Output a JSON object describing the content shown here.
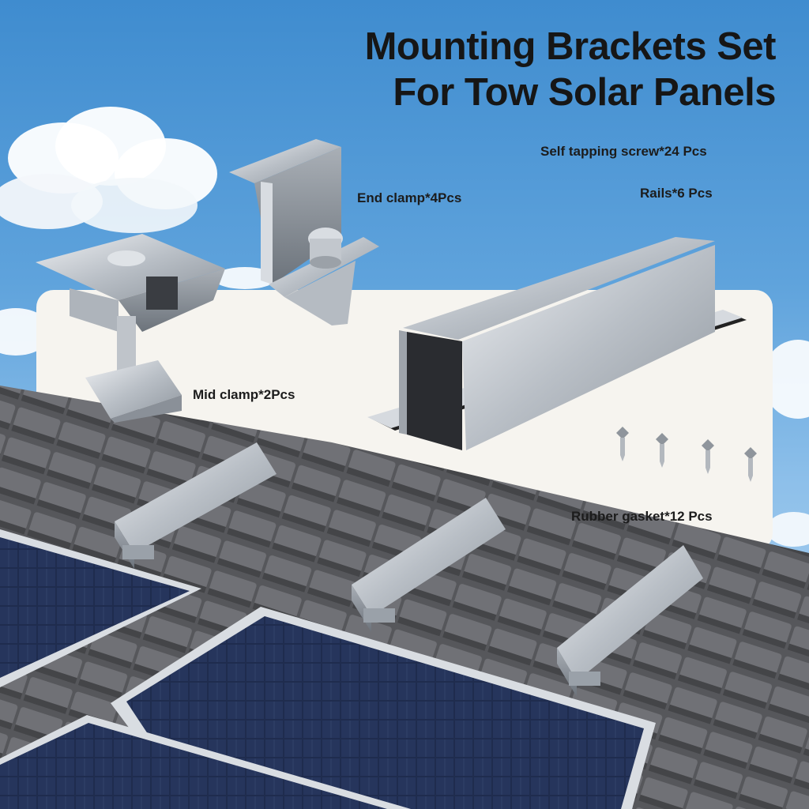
{
  "title": {
    "line1": "Mounting Brackets Set",
    "line2": "For Tow Solar Panels"
  },
  "labels": {
    "self_tapping_screw": "Self tapping screw*24 Pcs",
    "end_clamp": "End clamp*4Pcs",
    "rails": "Rails*6 Pcs",
    "mid_clamp": "Mid clamp*2Pcs",
    "rubber_gasket": "Rubber gasket*12 Pcs"
  },
  "colors": {
    "sky_top": "#3f8ccf",
    "panel_cells": "#1d2a4a",
    "aluminum": "#c4c9cf",
    "roof_tile": "#6f6f72",
    "info_card": "#f6f4ef"
  }
}
